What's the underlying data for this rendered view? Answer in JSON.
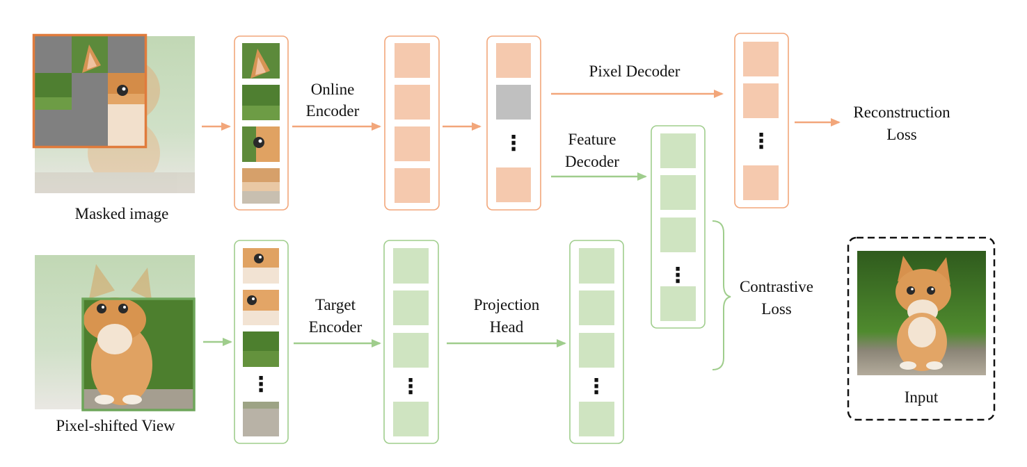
{
  "colors": {
    "orange": "#f2a67a",
    "orange_fill": "#f5c9ae",
    "green": "#9fcd8c",
    "green_fill": "#cfe4c1",
    "mask_gray": "#808080",
    "token_gray": "#c0c0c0",
    "cat_fur": "#d9974f",
    "grass": "#5d8a3a",
    "stone": "#b8b2a6",
    "frame_orange": "#e07b3c",
    "frame_green": "#6ea65a"
  },
  "labels": {
    "masked_image": "Masked image",
    "pixel_shifted_view": "Pixel-shifted View",
    "online_encoder_line1": "Online",
    "online_encoder_line2": "Encoder",
    "target_encoder_line1": "Target",
    "target_encoder_line2": "Encoder",
    "pixel_decoder": "Pixel Decoder",
    "feature_decoder_line1": "Feature",
    "feature_decoder_line2": "Decoder",
    "projection_head_line1": "Projection",
    "projection_head_line2": "Head",
    "reconstruction_loss_line1": "Reconstruction",
    "reconstruction_loss_line2": "Loss",
    "contrastive_loss_line1": "Contrastive",
    "contrastive_loss_line2": "Loss",
    "input": "Input",
    "ellipsis": "⋮"
  }
}
